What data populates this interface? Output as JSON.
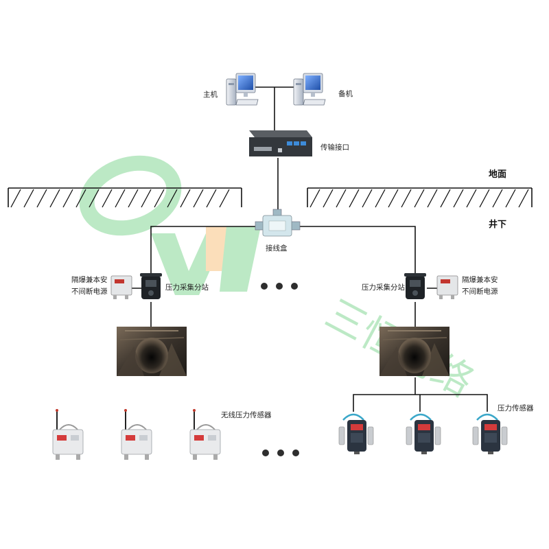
{
  "labels": {
    "host": "主机",
    "backup": "备机",
    "transmission_interface": "传输接口",
    "ground": "地面",
    "underground": "井下",
    "junction_box": "接线盒",
    "power_supply_left_line1": "隔爆兼本安",
    "power_supply_left_line2": "不间断电源",
    "power_supply_right_line1": "隔爆兼本安",
    "power_supply_right_line2": "不间断电源",
    "substation_left": "压力采集分站",
    "substation_right": "压力采集分站",
    "wireless_sensor": "无线压力传感器",
    "pressure_sensor": "压力传感器"
  },
  "watermark": {
    "text": "三恒网络"
  },
  "colors": {
    "line": "#111111",
    "watermark_green": "#3fbf5a",
    "watermark_orange": "#f2a23a",
    "monitor_blue": "#3b6fc4",
    "device_gray": "#d9dcdf",
    "sensor_red": "#d43b3b"
  },
  "icons": [
    "computer-icon",
    "transmission-interface-icon",
    "junction-box-icon",
    "ups-icon",
    "substation-icon",
    "tunnel-photo",
    "wireless-sensor-icon",
    "pressure-sensor-icon",
    "ellipsis-dots"
  ]
}
